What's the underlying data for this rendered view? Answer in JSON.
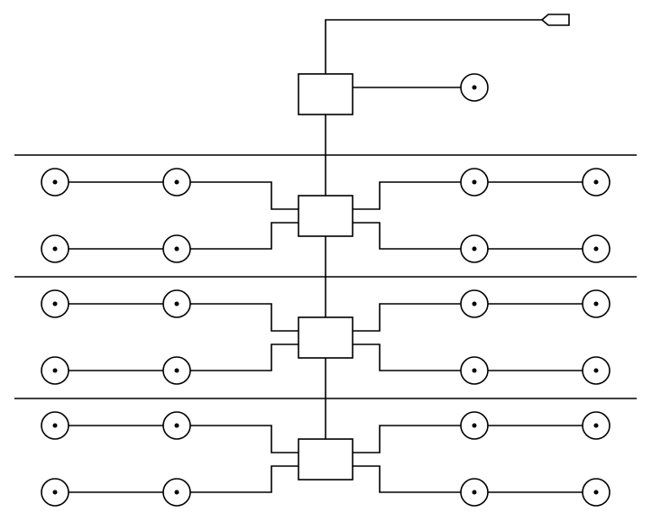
{
  "diagram": {
    "stroke_color": "#000000",
    "background_color": "#ffffff",
    "group_count": 3,
    "nodes_per_side_per_row": 2,
    "rows_per_group": 2
  }
}
